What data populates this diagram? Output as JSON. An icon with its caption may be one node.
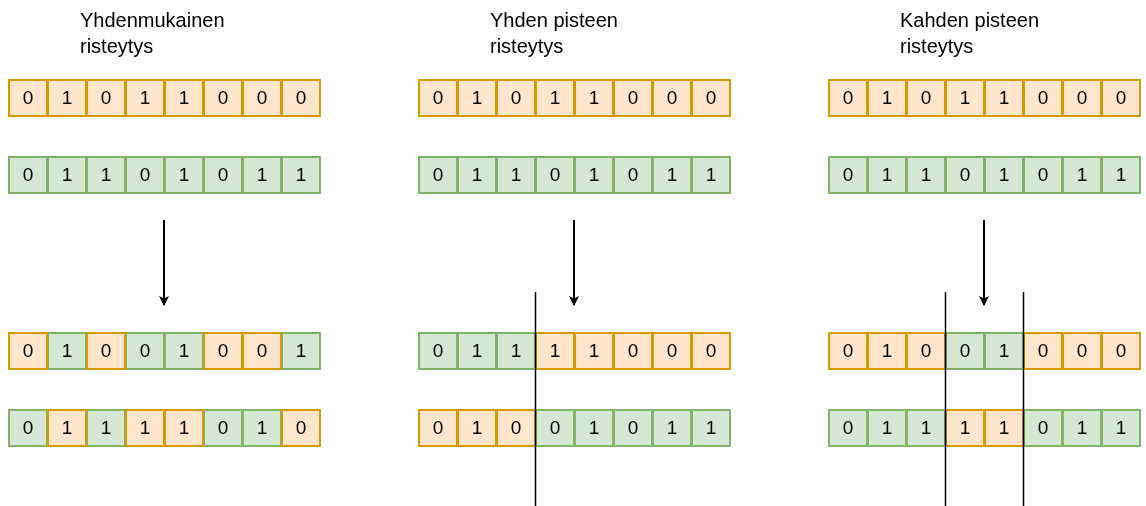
{
  "diagram": {
    "nodes": [
      {
        "text": [
          "0"
        ]
      },
      {
        "text": [
          "1"
        ]
      },
      {
        "text": [
          "0"
        ]
      },
      {
        "text": [
          "1"
        ]
      },
      {
        "text": [
          "1"
        ]
      },
      {
        "text": [
          "0"
        ]
      },
      {
        "text": [
          "0"
        ]
      },
      {
        "text": [
          "0"
        ]
      },
      {
        "text": [
          "0"
        ]
      },
      {
        "text": [
          "1"
        ]
      },
      {
        "text": [
          "1"
        ]
      },
      {
        "text": [
          "0"
        ]
      },
      {
        "text": [
          "1"
        ]
      },
      {
        "text": [
          "0"
        ]
      },
      {
        "text": [
          "1"
        ]
      },
      {
        "text": [
          "1"
        ]
      },
      {
        "text": [
          "0"
        ]
      },
      {
        "text": [
          "1"
        ]
      },
      {
        "text": [
          "0"
        ]
      },
      {
        "text": [
          "0"
        ]
      },
      {
        "text": [
          "1"
        ]
      },
      {
        "text": [
          "0"
        ]
      },
      {
        "text": [
          "0"
        ]
      },
      {
        "text": [
          "1"
        ]
      },
      {
        "text": [
          "0"
        ]
      },
      {
        "text": [
          "1"
        ]
      },
      {
        "text": [
          "1"
        ]
      },
      {
        "text": [
          "1"
        ]
      },
      {
        "text": [
          "1"
        ]
      },
      {
        "text": [
          "0"
        ]
      },
      {
        "text": [
          "1"
        ]
      },
      {
        "text": [
          "0"
        ]
      },
      {
        "text": [
          "0"
        ]
      },
      {
        "text": [
          "1"
        ]
      },
      {
        "text": [
          "0"
        ]
      },
      {
        "text": [
          "1"
        ]
      },
      {
        "text": [
          "1"
        ]
      },
      {
        "text": [
          "0"
        ]
      },
      {
        "text": [
          "0"
        ]
      },
      {
        "text": [
          "0"
        ]
      },
      {
        "text": [
          "0"
        ]
      },
      {
        "text": [
          "1"
        ]
      },
      {
        "text": [
          "1"
        ]
      },
      {
        "text": [
          "0"
        ]
      },
      {
        "text": [
          "1"
        ]
      },
      {
        "text": [
          "0"
        ]
      },
      {
        "text": [
          "1"
        ]
      },
      {
        "text": [
          "1"
        ]
      },
      {
        "text": [
          "0"
        ]
      },
      {
        "text": [
          "1"
        ]
      },
      {
        "text": [
          "1"
        ]
      },
      {
        "text": [
          "1"
        ]
      },
      {
        "text": [
          "1"
        ]
      },
      {
        "text": [
          "0"
        ]
      },
      {
        "text": [
          "0"
        ]
      },
      {
        "text": [
          "0"
        ]
      },
      {
        "text": [
          "0"
        ]
      },
      {
        "text": [
          "1"
        ]
      },
      {
        "text": [
          "0"
        ]
      },
      {
        "text": [
          "0"
        ]
      },
      {
        "text": [
          "1"
        ]
      },
      {
        "text": [
          "0"
        ]
      },
      {
        "text": [
          "1"
        ]
      },
      {
        "text": [
          "1"
        ]
      },
      {
        "text": [
          "0"
        ]
      },
      {
        "text": [
          "1"
        ]
      },
      {
        "text": [
          "0"
        ]
      },
      {
        "text": [
          "1"
        ]
      },
      {
        "text": [
          "1"
        ]
      },
      {
        "text": [
          "0"
        ]
      },
      {
        "text": [
          "0"
        ]
      },
      {
        "text": [
          "0"
        ]
      },
      {
        "text": [
          "0"
        ]
      },
      {
        "text": [
          "1"
        ]
      },
      {
        "text": [
          "1"
        ]
      },
      {
        "text": [
          "0"
        ]
      },
      {
        "text": [
          "1"
        ]
      },
      {
        "text": [
          "0"
        ]
      },
      {
        "text": [
          "1"
        ]
      },
      {
        "text": [
          "1"
        ]
      },
      {
        "text": [
          "0"
        ]
      },
      {
        "text": [
          "1"
        ]
      },
      {
        "text": [
          "0"
        ]
      },
      {
        "text": [
          "0"
        ]
      },
      {
        "text": [
          "1"
        ]
      },
      {
        "text": [
          "0"
        ]
      },
      {
        "text": [
          "0"
        ]
      },
      {
        "text": [
          "0"
        ]
      },
      {
        "text": [
          "0"
        ]
      },
      {
        "text": [
          "1"
        ]
      },
      {
        "text": [
          "1"
        ]
      },
      {
        "text": [
          "1"
        ]
      },
      {
        "text": [
          "1"
        ]
      },
      {
        "text": [
          "0"
        ]
      },
      {
        "text": [
          "1"
        ]
      },
      {
        "text": [
          "1"
        ]
      }
    ],
    "labels": [
      "Yhdenmukainen risteytys",
      "Yhden pisteen risteytys",
      "Kahden pisteen risteytys"
    ]
  }
}
